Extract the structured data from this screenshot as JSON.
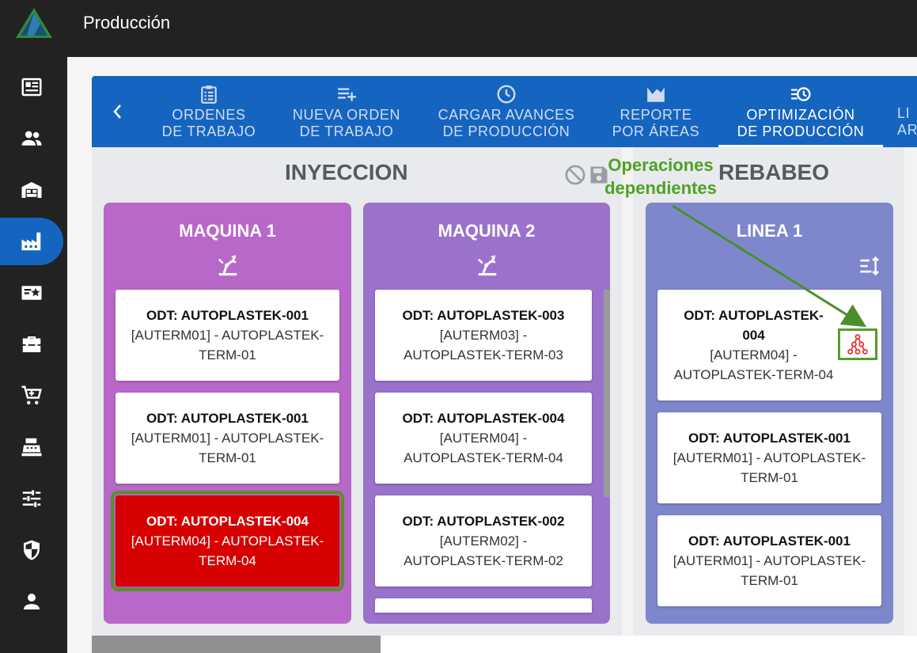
{
  "app": {
    "title": "Producción",
    "logo_icon": "mountain-logo-icon"
  },
  "sidebar": {
    "items": [
      {
        "name": "news-icon"
      },
      {
        "name": "users-icon"
      },
      {
        "name": "warehouse-icon"
      },
      {
        "name": "factory-icon",
        "active": true
      },
      {
        "name": "award-card-icon"
      },
      {
        "name": "toolbox-icon"
      },
      {
        "name": "cart-icon"
      },
      {
        "name": "cash-register-icon"
      },
      {
        "name": "sliders-icon"
      },
      {
        "name": "shield-icon"
      },
      {
        "name": "person-icon"
      }
    ]
  },
  "tabs": [
    {
      "line1": "ORDENES",
      "line2": "DE TRABAJO",
      "icon": "clipboard-list-icon"
    },
    {
      "line1": "NUEVA ORDEN",
      "line2": "DE TRABAJO",
      "icon": "playlist-add-icon"
    },
    {
      "line1": "CARGAR AVANCES",
      "line2": "DE PRODUCCIÓN",
      "icon": "clock-icon"
    },
    {
      "line1": "REPORTE",
      "line2": "POR ÁREAS",
      "icon": "area-chart-icon"
    },
    {
      "line1": "OPTIMIZACIÓN",
      "line2": "DE PRODUCCIÓN",
      "icon": "schedule-list-icon",
      "active": true
    },
    {
      "line1": "LI",
      "line2": "AR",
      "icon": ""
    }
  ],
  "areas": [
    {
      "title": "INYECCION",
      "columns": [
        {
          "title": "MAQUINA 1",
          "color": "#b768c8",
          "cards": [
            {
              "odt": "ODT: AUTOPLASTEK-001",
              "desc": "[AUTERM01] - AUTOPLASTEK-TERM-01"
            },
            {
              "odt": "ODT: AUTOPLASTEK-001",
              "desc": "[AUTERM01] - AUTOPLASTEK-TERM-01"
            },
            {
              "odt": "ODT: AUTOPLASTEK-004",
              "desc": "[AUTERM04] - AUTOPLASTEK-TERM-04"
            }
          ]
        },
        {
          "title": "MAQUINA 2",
          "color": "#9a72cc",
          "cards": [
            {
              "odt": "ODT: AUTOPLASTEK-003",
              "desc": "[AUTERM03] - AUTOPLASTEK-TERM-03"
            },
            {
              "odt": "ODT: AUTOPLASTEK-004",
              "desc": "[AUTERM04] - AUTOPLASTEK-TERM-04"
            },
            {
              "odt": "ODT: AUTOPLASTEK-002",
              "desc": "[AUTERM02] - AUTOPLASTEK-TERM-02"
            }
          ]
        }
      ]
    },
    {
      "title": "REBABEO",
      "columns": [
        {
          "title": "LINEA 1",
          "color": "#7e87cc",
          "cards": [
            {
              "odt": "ODT: AUTOPLASTEK-004",
              "desc": "[AUTERM04] - AUTOPLASTEK-TERM-04"
            },
            {
              "odt": "ODT: AUTOPLASTEK-001",
              "desc": "[AUTERM01] - AUTOPLASTEK-TERM-01"
            },
            {
              "odt": "ODT: AUTOPLASTEK-001",
              "desc": "[AUTERM01] - AUTOPLASTEK-TERM-01"
            }
          ]
        }
      ]
    }
  ],
  "annotation": {
    "text_line1": "Operaciones",
    "text_line2": "dependientes",
    "color": "#4da321"
  },
  "colors": {
    "primary": "#1565c0",
    "highlight_card": "#d60000",
    "appbar": "#222222"
  }
}
